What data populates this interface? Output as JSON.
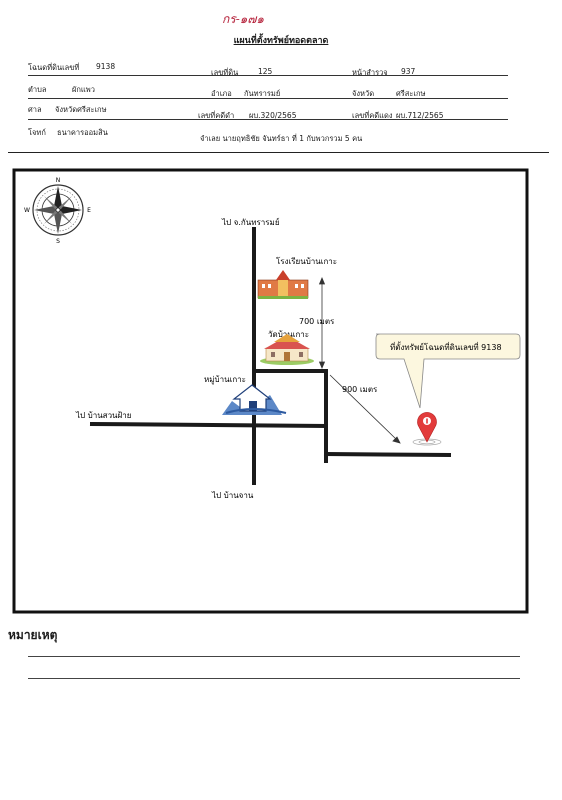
{
  "handwritten_note": "กร-๑๗๑",
  "title": "แผนที่ตั้งทรัพย์ทอดตลาด",
  "header": {
    "row1": {
      "deed_label": "โฉนดที่ดินเลขที่",
      "deed_value": "9138",
      "land_no_label": "เลขที่ดิน",
      "land_no_value": "125",
      "survey_label": "หน้าสำรวจ",
      "survey_value": "937"
    },
    "row2": {
      "subdistrict_label": "ตำบล",
      "subdistrict_value": "ผักแพว",
      "district_label": "อำเภอ",
      "district_value": "กันทรารมย์",
      "province_label": "จังหวัด",
      "province_value": "ศรีสะเกษ"
    },
    "row3": {
      "court_label": "ศาล",
      "court_value": "จังหวัดศรีสะเกษ",
      "black_case_label": "เลขที่คดีดำ",
      "black_case_value": "ผบ.320/2565",
      "red_case_label": "เลขที่คดีแดง",
      "red_case_value": "ผบ.712/2565"
    },
    "row4": {
      "plaintiff_label": "โจทก์",
      "plaintiff_value": "ธนาคารออมสิน",
      "defendant_text": "จำเลย นายฤทธิชัย จันทร์ธา ที่ 1 กับพวกรวม 5 คน"
    }
  },
  "map": {
    "compass_n": "N",
    "compass_e": "E",
    "compass_s": "S",
    "compass_w": "W",
    "label_to_kanthararom": "ไป จ.กันทรารมย์",
    "label_school": "โรงเรียนบ้านเกาะ",
    "label_distance_700": "700 เมตร",
    "label_temple": "วัดบ้านเกาะ",
    "label_village": "หมู่บ้านเกาะ",
    "label_distance_900": "900 เมตร",
    "label_to_suanfai": "ไป บ้านสวนฝ้าย",
    "label_to_khwan": "ไป บ้านจาน",
    "callout_text": "ที่ตั้งทรัพย์โฉนดที่ดินเลขที่ 9138",
    "pin_color": "#e23b3b"
  },
  "remarks_title": "หมายเหตุ"
}
